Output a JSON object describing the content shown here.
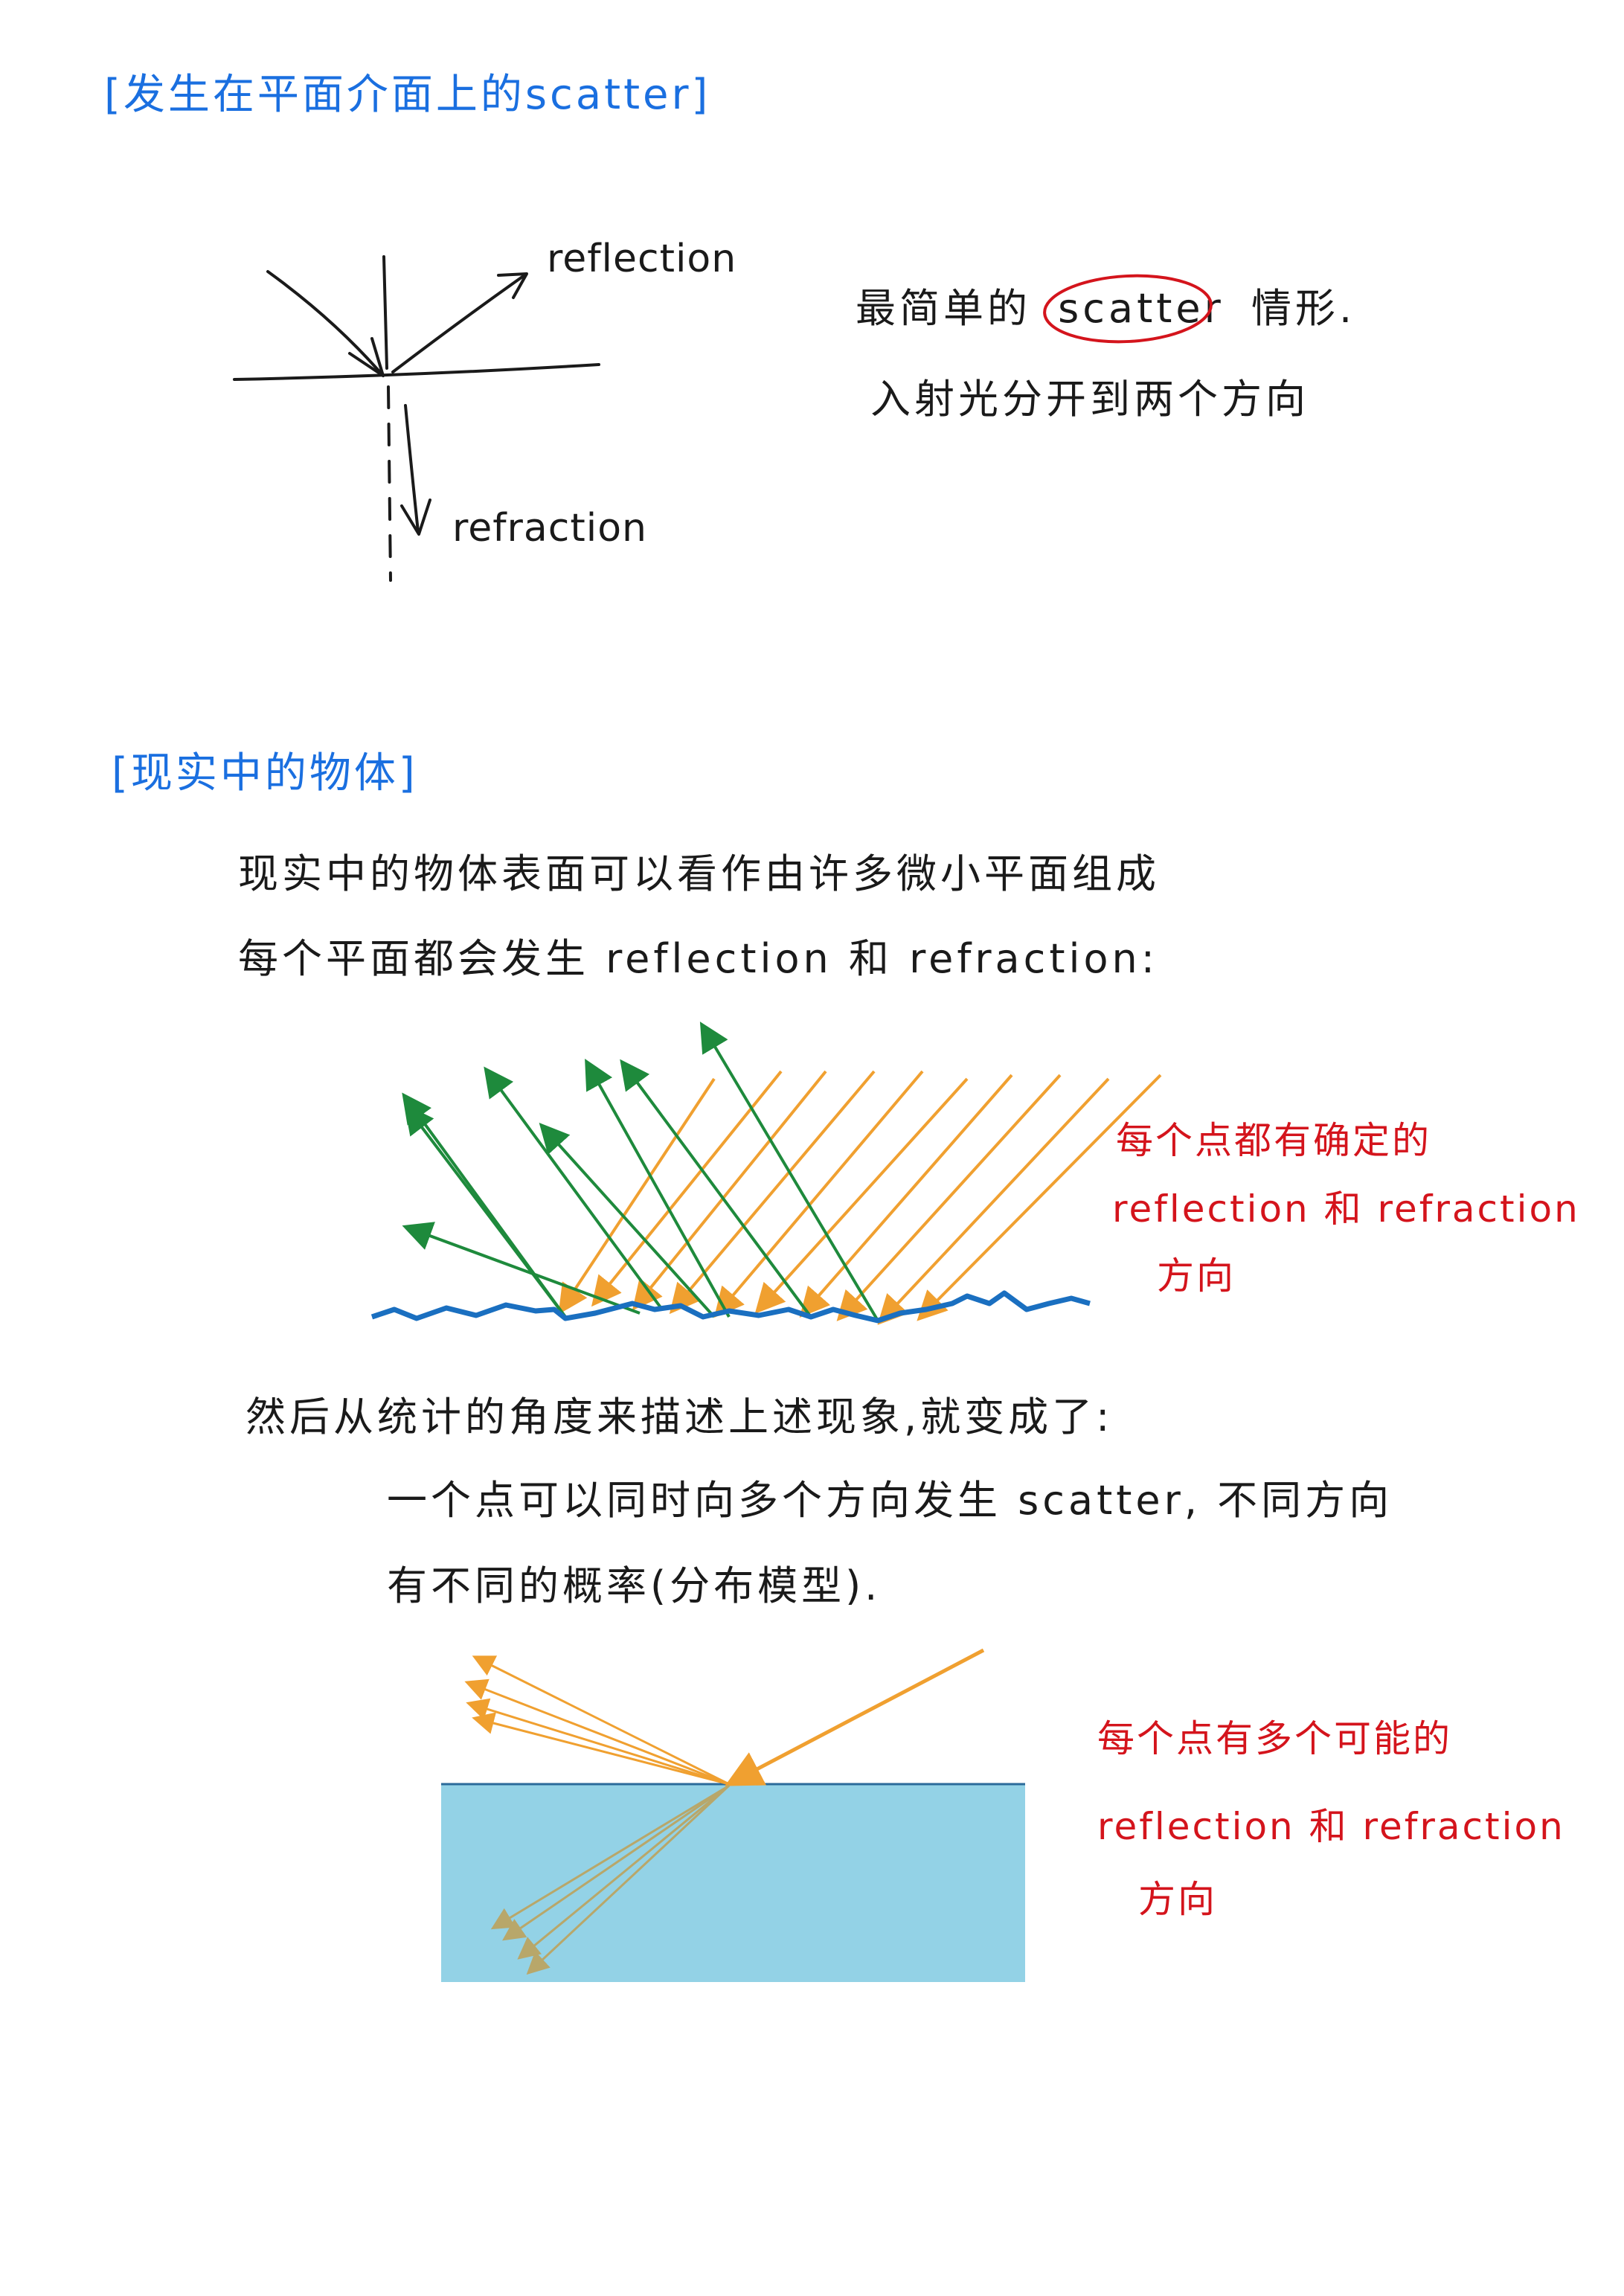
{
  "section1": {
    "heading": "[发生在平面介面上的scatter]",
    "diagram": {
      "reflection_label": "reflection",
      "refraction_label": "refraction"
    },
    "note_line1_before": "最简单的",
    "note_line1_circled": "scatter",
    "note_line1_after": "情形.",
    "note_line2": "入射光分开到两个方向"
  },
  "section2": {
    "heading": "[现实中的物体]",
    "para_line1": "现实中的物体表面可以看作由许多微小平面组成",
    "para_line2": "每个平面都会发生 reflection 和 refraction:",
    "red_note": [
      "每个点都有确定的",
      "reflection 和 refraction",
      "方向"
    ],
    "para2_line1": "然后从统计的角度来描述上述现象,就变成了:",
    "para2_line2": "一个点可以同时向多个方向发生 scatter, 不同方向",
    "para2_line3": "有不同的概率(分布模型).",
    "red_note2": [
      "每个点有多个可能的",
      "reflection 和 refraction",
      "方向"
    ]
  },
  "colors": {
    "heading": "#1a6fe0",
    "ink": "#1a1a1a",
    "annotation": "#d4141c",
    "circle": "#d4141c",
    "green_ray": "#1e8a3c",
    "orange_ray": "#f0a030",
    "surface": "#1a6fc0",
    "medium": "#93d2e6"
  }
}
